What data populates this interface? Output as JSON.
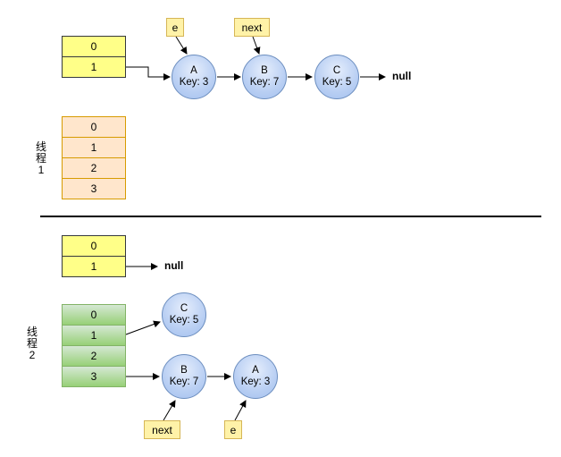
{
  "thread1": {
    "label": [
      "线",
      "程",
      "1"
    ],
    "old_table": [
      "0",
      "1"
    ],
    "new_table": [
      "0",
      "1",
      "2",
      "3"
    ],
    "nodes": [
      {
        "name": "A",
        "key": "Key: 3"
      },
      {
        "name": "B",
        "key": "Key: 7"
      },
      {
        "name": "C",
        "key": "Key: 5"
      }
    ],
    "pointer_e": "e",
    "pointer_next": "next",
    "null_label": "null"
  },
  "thread2": {
    "label": [
      "线",
      "程",
      "2"
    ],
    "old_table": [
      "0",
      "1"
    ],
    "new_table": [
      "0",
      "1",
      "2",
      "3"
    ],
    "nodes": [
      {
        "name": "C",
        "key": "Key: 5"
      },
      {
        "name": "B",
        "key": "Key: 7"
      },
      {
        "name": "A",
        "key": "Key: 3"
      }
    ],
    "pointer_e": "e",
    "pointer_next": "next",
    "null_label": "null"
  },
  "colors": {
    "old_table": "#ffff88",
    "thread1_new_table": "#ffe6cc",
    "thread2_new_table": "#97d077",
    "node": "#b9cff3",
    "pointer_tag": "#fff2a8"
  }
}
